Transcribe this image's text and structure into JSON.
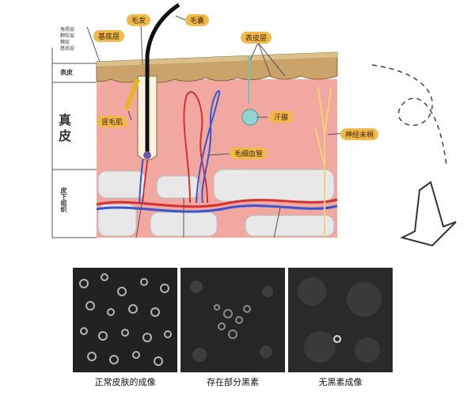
{
  "labels": {
    "top_left": "基底层",
    "hair_shaft": "毛发",
    "hair": "毛囊",
    "epidermis_label": "表皮层",
    "sweat": "汗腺",
    "nerve": "神经末梢",
    "vessel": "毛细血管",
    "muscle": "竖毛肌"
  },
  "side_labels": {
    "dermis": [
      "真",
      "皮"
    ],
    "epidermis": "表皮",
    "subcutis": "皮下组织"
  },
  "left_micro_labels": [
    "角质层",
    "颗粒层",
    "棘层",
    "基底层"
  ],
  "captions": [
    "正常皮肤的成像",
    "存在部分黑素",
    "无黑素成像"
  ],
  "colors": {
    "label_bg": "#f3b84a",
    "dermis": "#f0a8a0",
    "epidermis": "#c9a36a",
    "fat": "#e6e6e6",
    "artery": "#d73030",
    "vein": "#3b54d1"
  }
}
